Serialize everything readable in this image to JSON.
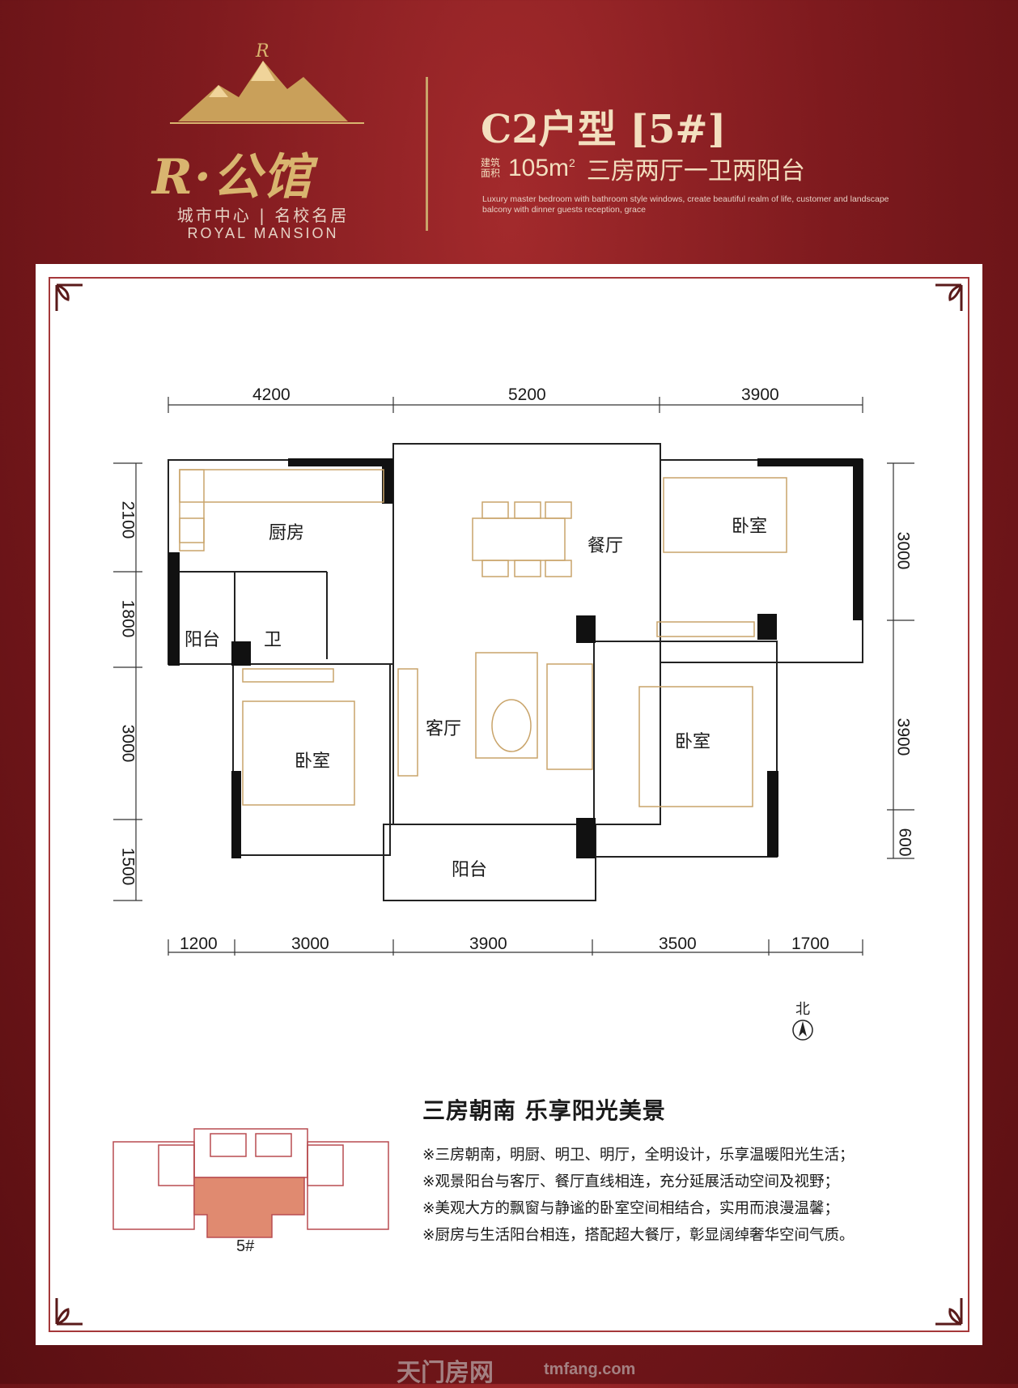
{
  "brand": {
    "name": "R·公馆",
    "tagline": "城市中心 | 名校名居",
    "english": "ROYAL MANSION",
    "logo_letter": "R"
  },
  "header": {
    "title": "C2户型 [5#]",
    "area_label": "建筑面积",
    "area_value": "105m",
    "area_unit_sup": "2",
    "layout_desc": "三房两厅一卫两阳台",
    "english_desc": "Luxury master bedroom with bathroom style windows, create beautiful realm of life, customer and landscape balcony with dinner guests reception, grace"
  },
  "floorplan": {
    "rooms": {
      "kitchen": "厨房",
      "dining": "餐厅",
      "bedroom_ne": "卧室",
      "balcony_w": "阳台",
      "bathroom": "卫",
      "living": "客厅",
      "bedroom_sw": "卧室",
      "bedroom_se": "卧室",
      "balcony_s": "阳台"
    },
    "dims_top": [
      "4200",
      "5200",
      "3900"
    ],
    "dims_bottom": [
      "1200",
      "3000",
      "3900",
      "3500",
      "1700"
    ],
    "dims_left": [
      "2100",
      "1800",
      "3000",
      "1500"
    ],
    "dims_right": [
      "3000",
      "3900",
      "600"
    ],
    "north_label": "北"
  },
  "selling_points": {
    "slogan": "三房朝南 乐享阳光美景",
    "items": [
      "※三房朝南，明厨、明卫、明厅，全明设计，乐享温暖阳光生活；",
      "※观景阳台与客厅、餐厅直线相连，充分延展活动空间及视野；",
      "※美观大方的飘窗与静谧的卧室空间相结合，实用而浪漫温馨；",
      "※厨房与生活阳台相连，搭配超大餐厅，彰显阔绰奢华空间气质。"
    ]
  },
  "keyplan": {
    "caption": "5#"
  },
  "watermark": {
    "text": "天门房网",
    "url": "tmfang.com"
  },
  "colors": {
    "background": "#8a1f22",
    "gold": "#d9b56f",
    "panel_border": "#a5383a",
    "furniture": "#c9a46a",
    "keyplan_highlight": "#e08a70"
  }
}
